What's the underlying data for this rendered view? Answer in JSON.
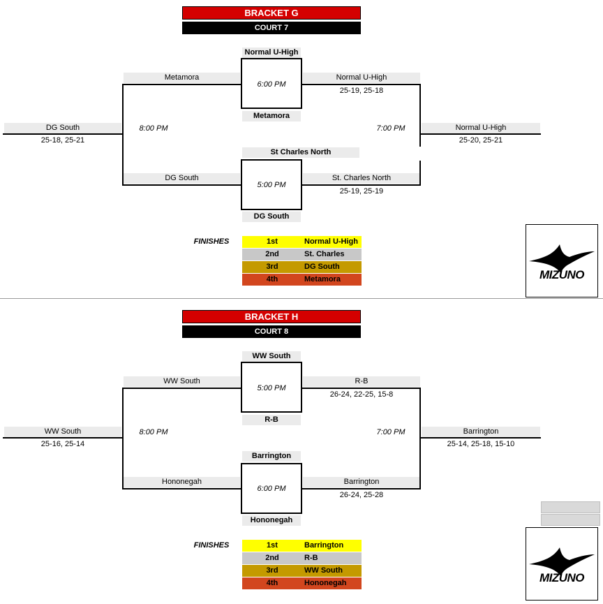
{
  "bracket_g": {
    "title": "BRACKET G",
    "court": "COURT 7",
    "match_top": {
      "team_a": "Normal U-High",
      "team_b": "Metamora",
      "time": "6:00 PM",
      "left_label": "Metamora",
      "winner": "Normal U-High",
      "score": "25-19, 25-18"
    },
    "match_bottom": {
      "team_a": "St Charles North",
      "team_b": "DG South",
      "time": "5:00 PM",
      "left_label": "DG South",
      "winner": "St. Charles North",
      "score": "25-19, 25-19"
    },
    "left_semi": {
      "time": "8:00 PM",
      "winner": "DG South",
      "score": "25-18, 25-21"
    },
    "right_final": {
      "time": "7:00 PM",
      "winner": "Normal U-High",
      "score": "25-20, 25-21"
    },
    "finishes_label": "FINISHES",
    "finishes": [
      {
        "place": "1st",
        "team": "Normal U-High"
      },
      {
        "place": "2nd",
        "team": "St. Charles North"
      },
      {
        "place": "3rd",
        "team": "DG South"
      },
      {
        "place": "4th",
        "team": "Metamora"
      }
    ]
  },
  "bracket_h": {
    "title": "BRACKET H",
    "court": "COURT 8",
    "match_top": {
      "team_a": "WW South",
      "team_b": "R-B",
      "time": "5:00 PM",
      "left_label": "WW South",
      "winner": "R-B",
      "score": "26-24, 22-25, 15-8"
    },
    "match_bottom": {
      "team_a": "Barrington",
      "team_b": "Hononegah",
      "time": "6:00 PM",
      "left_label": "Hononegah",
      "winner": "Barrington",
      "score": "26-24, 25-28"
    },
    "left_semi": {
      "time": "8:00 PM",
      "winner": "WW South",
      "score": "25-16, 25-14"
    },
    "right_final": {
      "time": "7:00 PM",
      "winner": "Barrington",
      "score": "25-14, 25-18, 15-10"
    },
    "finishes_label": "FINISHES",
    "finishes": [
      {
        "place": "1st",
        "team": "Barrington"
      },
      {
        "place": "2nd",
        "team": "R-B"
      },
      {
        "place": "3rd",
        "team": "WW South"
      },
      {
        "place": "4th",
        "team": "Hononegah"
      }
    ]
  },
  "logo": {
    "word": "MIZUNO",
    "icon": "mizuno-runbird-icon"
  },
  "colors": {
    "title_red": "#d40000",
    "first": "#ffff00",
    "second": "#c8c8c8",
    "third": "#c49a00",
    "fourth": "#d2461e"
  }
}
